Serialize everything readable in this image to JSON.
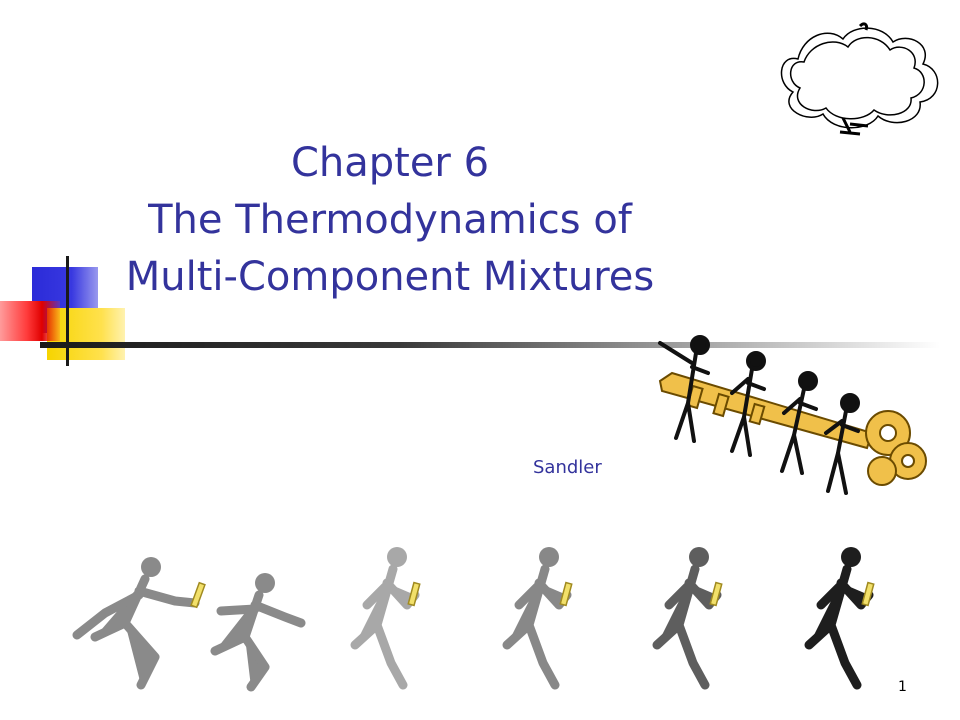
{
  "slide": {
    "title_lines": [
      "Chapter 6",
      "The Thermodynamics of",
      "Multi-Component Mixtures"
    ],
    "author": "Sandler",
    "page_number": "1"
  },
  "colors": {
    "title": "#33339c",
    "accent_blue": "#2b2bd8",
    "accent_yellow": "#f6d400",
    "accent_red": "#ff3b3b",
    "key_gold": "#f0c04a"
  },
  "icons": [
    "thought-cloud-icon",
    "key-carriers-icon",
    "relay-runners-icon"
  ]
}
